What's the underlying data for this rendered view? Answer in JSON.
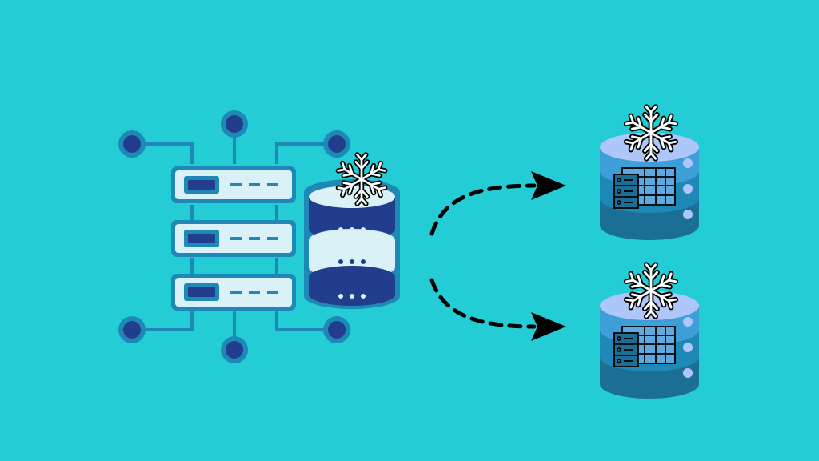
{
  "colors": {
    "background": "#24CDD5",
    "navy": "#223D8C",
    "mid_blue": "#1E89B6",
    "deep_blue": "#1B6E95",
    "light_panel": "#D9F1F7",
    "lavender": "#AFC7F8",
    "sky_band": "#47A3DC",
    "arrow": "#000000"
  },
  "icons": {
    "server_stack": "server-rack-icon",
    "source_database": "database-cylinder-icon",
    "snowflake": "snowflake-icon",
    "network_node": "network-node-icon",
    "arrow": "dashed-curved-arrow-icon",
    "table": "table-grid-icon"
  },
  "source": {
    "server_unit_count": 3,
    "network_node_count": 6
  },
  "targets": {
    "count": 2
  }
}
